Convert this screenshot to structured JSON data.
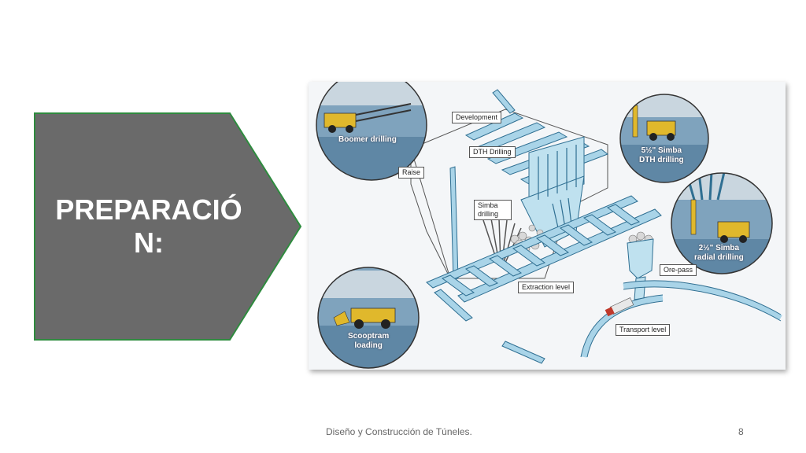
{
  "slide": {
    "title_line1": "PREPARACIÓ",
    "title_line2": "N:",
    "footer_text": "Diseño y Construcción de Túneles.",
    "page_number": "8"
  },
  "colors": {
    "pentagon_fill": "#6a6a6a",
    "pentagon_border": "#2e8b3e",
    "structure_blue": "#a9d4e8",
    "structure_stroke": "#2f6f92"
  },
  "diagram": {
    "labels": {
      "development": "Development",
      "dth_drilling": "DTH Drilling",
      "raise": "Raise",
      "simba_drilling": "Simba drilling",
      "extraction_level": "Extraction level",
      "ore_pass": "Ore-pass",
      "transport_level": "Transport level"
    },
    "circles": {
      "boomer": "Boomer drilling",
      "simba_dth_line1": "5½\" Simba",
      "simba_dth_line2": "DTH drilling",
      "simba_radial_line1": "2½\" Simba",
      "simba_radial_line2": "radial drilling",
      "scooptram_line1": "Scooptram",
      "scooptram_line2": "loading"
    }
  }
}
